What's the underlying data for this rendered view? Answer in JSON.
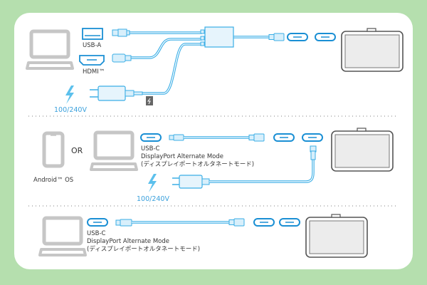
{
  "diagram": {
    "title": "Connection options",
    "colors": {
      "background": "#b5dfae",
      "card": "#ffffff",
      "cable": "#3aaee6",
      "cable_fill": "#d8effb",
      "device_gray": "#c8c8c8",
      "display_border": "#555555",
      "display_screen": "#ececec",
      "divider_dots": "#999999"
    },
    "sections": [
      {
        "id": "hdmi-setup",
        "source_device": "laptop-icon",
        "ports": [
          {
            "icon": "usb-a-port-icon",
            "label": "USB-A"
          },
          {
            "icon": "hdmi-port-icon",
            "label": "HDMI™"
          }
        ],
        "power": {
          "icon": "lightning-icon",
          "label": "100/240V"
        },
        "cable": "3-in-1 cable with hub",
        "display_ports": [
          "usb-c-port-icon",
          "usb-c-port-icon"
        ],
        "target_device": "pen-display-icon"
      },
      {
        "id": "usb-c-powered-setup",
        "source_devices": [
          {
            "icon": "phone-icon",
            "label": "Android™ OS"
          },
          {
            "icon": "laptop-icon",
            "label": ""
          }
        ],
        "or_label": "OR",
        "port": {
          "icon": "usb-c-port-icon",
          "label_lines": [
            "USB-C",
            "DisplayPort Alternate Mode",
            "(ディスプレイポートオルタネートモード)"
          ]
        },
        "power": {
          "icon": "lightning-icon",
          "label": "100/240V"
        },
        "display_ports": [
          "usb-c-port-icon",
          "usb-c-port-icon"
        ],
        "target_device": "pen-display-icon"
      },
      {
        "id": "usb-c-direct-setup",
        "source_device": "laptop-icon",
        "port": {
          "icon": "usb-c-port-icon",
          "label_lines": [
            "USB-C",
            "DisplayPort Alternate Mode",
            "(ディスプレイポートオルタネートモード)"
          ]
        },
        "display_ports": [
          "usb-c-port-icon",
          "usb-c-port-icon"
        ],
        "target_device": "pen-display-icon"
      }
    ]
  }
}
